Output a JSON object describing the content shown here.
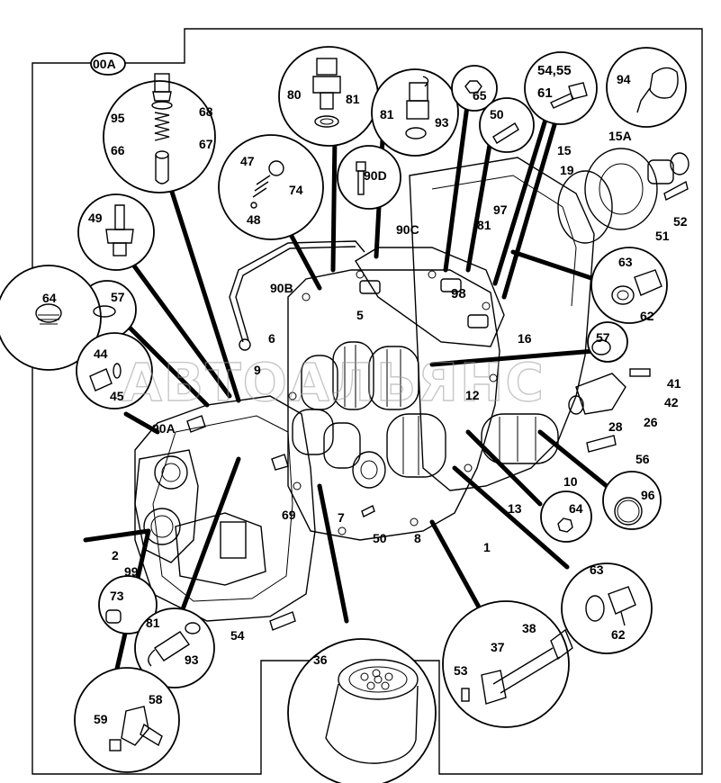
{
  "section_tag": "00A",
  "watermark": "АВТОАЛЬЯНС",
  "callouts": [
    "95",
    "68",
    "66",
    "67",
    "80",
    "81",
    "81",
    "93",
    "65",
    "54,55",
    "61",
    "94",
    "50",
    "47",
    "74",
    "48",
    "90D",
    "15",
    "15A",
    "19",
    "49",
    "97",
    "52",
    "51",
    "90C",
    "81",
    "63",
    "62",
    "64",
    "57",
    "90B",
    "98",
    "5",
    "6",
    "16",
    "57",
    "44",
    "45",
    "9",
    "41",
    "42",
    "12",
    "26",
    "28",
    "90A",
    "56",
    "69",
    "10",
    "96",
    "7",
    "13",
    "64",
    "2",
    "50",
    "8",
    "1",
    "63",
    "99",
    "73",
    "62",
    "81",
    "93",
    "54",
    "36",
    "38",
    "37",
    "53",
    "59",
    "58"
  ]
}
